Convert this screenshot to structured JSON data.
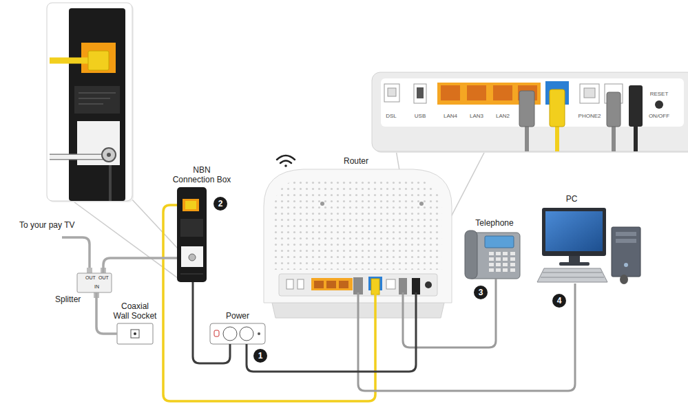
{
  "diagram": {
    "nodes": [
      {
        "text": [
          "NBN Connection Box"
        ]
      },
      {
        "text": [
          "Router"
        ]
      },
      {
        "text": [
          "Telephone"
        ]
      },
      {
        "text": [
          "PC"
        ]
      },
      {
        "text": [
          "Power"
        ]
      },
      {
        "text": [
          "Splitter",
          "OUT",
          "OUT",
          "IN"
        ]
      },
      {
        "text": [
          "Coaxial Wall Socket"
        ]
      }
    ],
    "edges": [
      {
        "from": 0,
        "to": 1,
        "arrow": "none"
      },
      {
        "from": 1,
        "to": 2,
        "arrow": "none"
      },
      {
        "from": 1,
        "to": 3,
        "arrow": "none"
      },
      {
        "from": 0,
        "to": 4,
        "arrow": "none"
      },
      {
        "from": 4,
        "to": 1,
        "arrow": "none"
      },
      {
        "from": 5,
        "to": 0,
        "arrow": "none"
      },
      {
        "from": 5,
        "to": 6,
        "arrow": "none"
      }
    ],
    "labels": [
      "To your pay TV",
      "2",
      "1",
      "3",
      "4",
      "DSL",
      "USB",
      "LAN4",
      "LAN3",
      "LAN2",
      "PHONE2",
      "RESET",
      "ON/OFF"
    ]
  }
}
